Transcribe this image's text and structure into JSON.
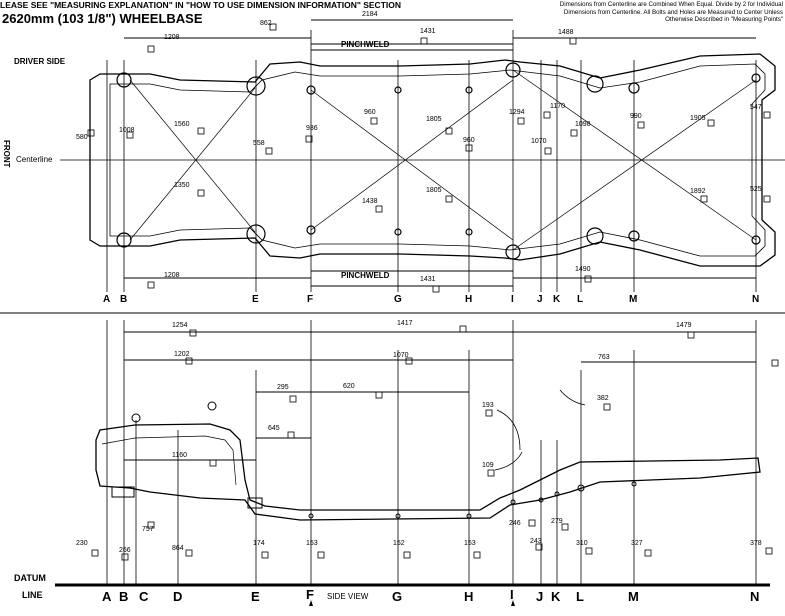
{
  "header": {
    "line1": "LEASE SEE \"MEASURING EXPLANATION\" IN \"HOW TO USE DIMENSION INFORMATION\" SECTION",
    "line2": "2620mm  (103 1/8\")  WHEELBASE",
    "note": "Dimensions from Centerline are Combined When Equal. Divide by 2 for Individual Dimensions from Centerline. All Bolts and Holes are Measured to Center Unless Otherwise Described in \"Measuring Points\""
  },
  "top_view": {
    "driver_side": "DRIVER SIDE",
    "front": "FRONT",
    "centerline": "Centerline",
    "pinchweld_top": "PINCHWELD",
    "pinchweld_bottom": "PINCHWELD",
    "dims": {
      "d2184": "2184",
      "d862": "862",
      "d1208a": "1208",
      "d1431a": "1431",
      "d1488": "1488",
      "d580": "580",
      "d1008": "1008",
      "d1560": "1560",
      "d558": "558",
      "d936": "936",
      "d960a": "960",
      "d1805a": "1805",
      "d960b": "960",
      "d1294": "1294",
      "d1170": "1170",
      "d1070": "1070",
      "d1098": "1098",
      "d990": "990",
      "d1905": "1905",
      "d547": "547",
      "d1350": "1350",
      "d1438": "1438",
      "d1805b": "1805",
      "d1892": "1892",
      "d525": "525",
      "d1208b": "1208",
      "d1431b": "1431",
      "d1490": "1490"
    },
    "letters": [
      "A",
      "B",
      "E",
      "F",
      "G",
      "H",
      "I",
      "J",
      "K",
      "L",
      "M",
      "N"
    ]
  },
  "side_view": {
    "dims": {
      "d1254": "1254",
      "d1417": "1417",
      "d1479": "1479",
      "d1202": "1202",
      "d1070": "1070",
      "d763": "763",
      "d295": "295",
      "d620": "620",
      "d382": "382",
      "d193": "193",
      "d645": "645",
      "d1160": "1160",
      "d109": "109",
      "d230": "230",
      "d757": "757",
      "d246": "246",
      "d279": "279",
      "d266": "266",
      "d864": "864",
      "d174": "174",
      "d153a": "153",
      "d152": "152",
      "d153b": "153",
      "d243": "243",
      "d310": "310",
      "d327": "327",
      "d378": "378"
    },
    "datum": "DATUM",
    "line": "LINE",
    "side_view_label": "SIDE VIEW",
    "letters": [
      "A",
      "B",
      "C",
      "D",
      "E",
      "F",
      "G",
      "H",
      "I",
      "J",
      "K",
      "L",
      "M",
      "N"
    ]
  }
}
